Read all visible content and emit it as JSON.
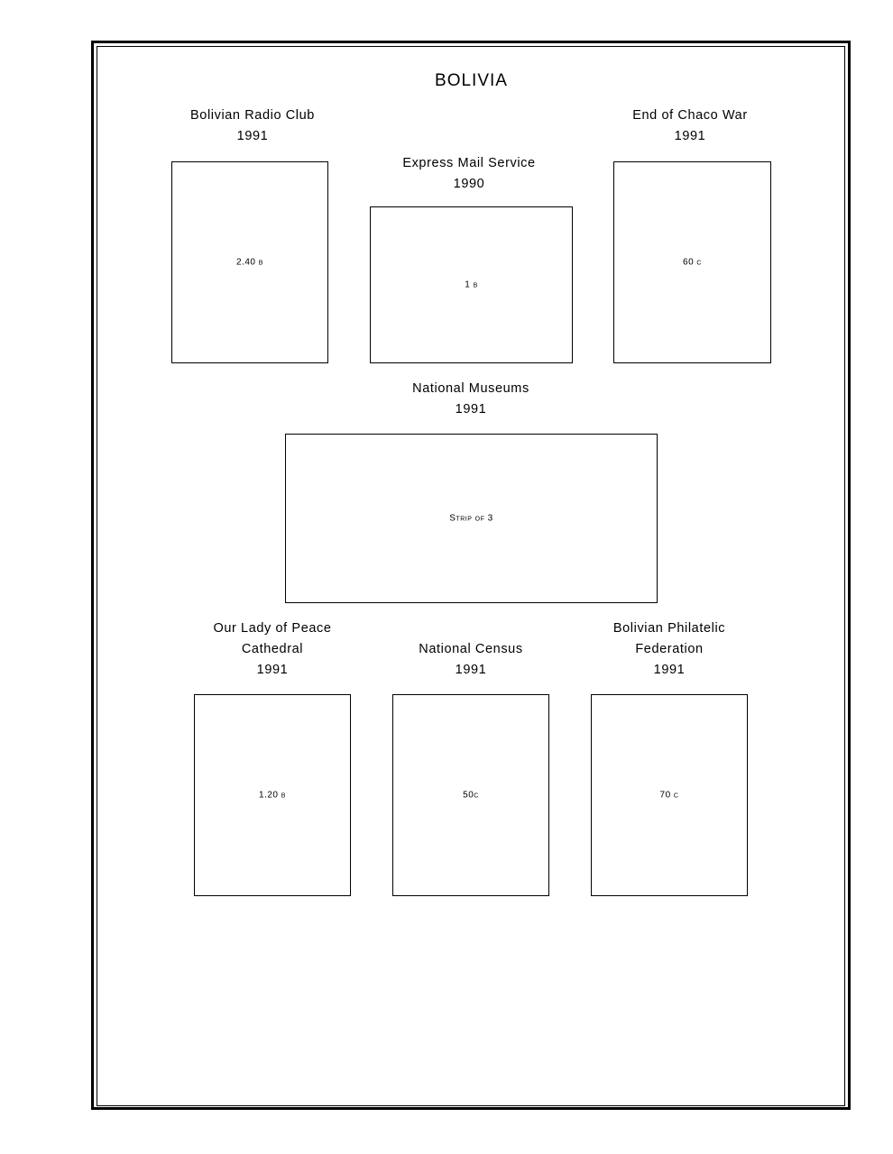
{
  "page": {
    "title": "BOLIVIA"
  },
  "sets": [
    {
      "id": "radio-club",
      "title_lines": [
        "Bolivian Radio Club"
      ],
      "year": "1991",
      "denomination": "2.40 b"
    },
    {
      "id": "express-mail",
      "title_lines": [
        "Express Mail Service"
      ],
      "year": "1990",
      "denomination": "1 b"
    },
    {
      "id": "chaco-war",
      "title_lines": [
        "End of Chaco War"
      ],
      "year": "1991",
      "denomination": "60 c"
    },
    {
      "id": "national-museums",
      "title_lines": [
        "National Museums"
      ],
      "year": "1991",
      "denomination": "Strip of 3"
    },
    {
      "id": "our-lady-of-peace",
      "title_lines": [
        "Our Lady of Peace",
        "Cathedral"
      ],
      "year": "1991",
      "denomination": "1.20 b"
    },
    {
      "id": "national-census",
      "title_lines": [
        "National Census"
      ],
      "year": "1991",
      "denomination": "50c"
    },
    {
      "id": "philatelic-federation",
      "title_lines": [
        "Bolivian Philatelic",
        "Federation"
      ],
      "year": "1991",
      "denomination": "70 c"
    }
  ]
}
